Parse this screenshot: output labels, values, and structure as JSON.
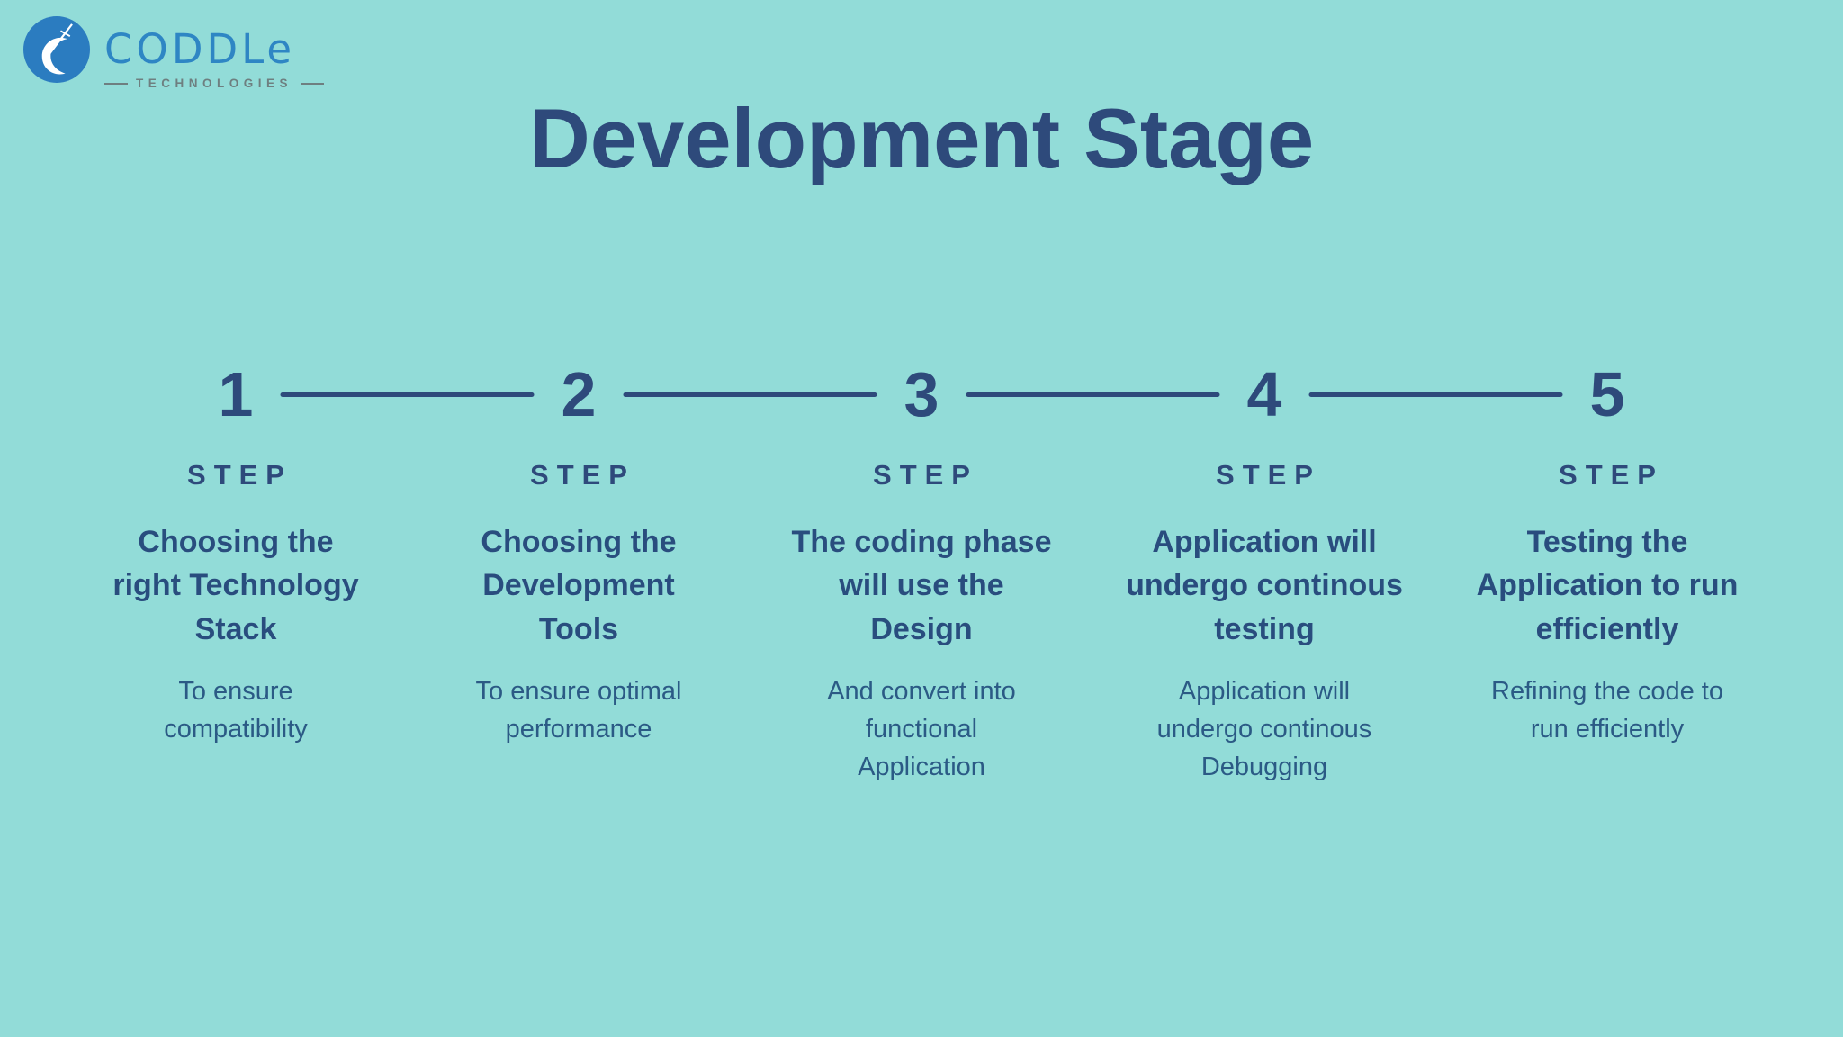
{
  "colors": {
    "background": "#92dcd8",
    "navy": "#2e4a7b",
    "heading_navy": "#294d7e",
    "description_blue": "#2b5a85",
    "logo_circle_blue": "#2b7cc0",
    "brand_blue": "#2e86c4",
    "tagline_gray": "#6e7f80"
  },
  "logo": {
    "brand": "CODDLe",
    "tagline": "TECHNOLOGIES",
    "mark": "hook-icon"
  },
  "title": "Development Stage",
  "step_label": "STEP",
  "steps": [
    {
      "number": "1",
      "heading": "Choosing the\nright Technology\nStack",
      "description": "To ensure\ncompatibility"
    },
    {
      "number": "2",
      "heading": "Choosing the\nDevelopment\nTools",
      "description": "To ensure optimal\nperformance"
    },
    {
      "number": "3",
      "heading": "The coding phase\nwill use the\nDesign",
      "description": "And convert into\nfunctional\nApplication"
    },
    {
      "number": "4",
      "heading": "Application will\nundergo continous\ntesting",
      "description": "Application will\nundergo continous\nDebugging"
    },
    {
      "number": "5",
      "heading": "Testing the\nApplication to run\nefficiently",
      "description": "Refining the code to\nrun efficiently"
    }
  ]
}
